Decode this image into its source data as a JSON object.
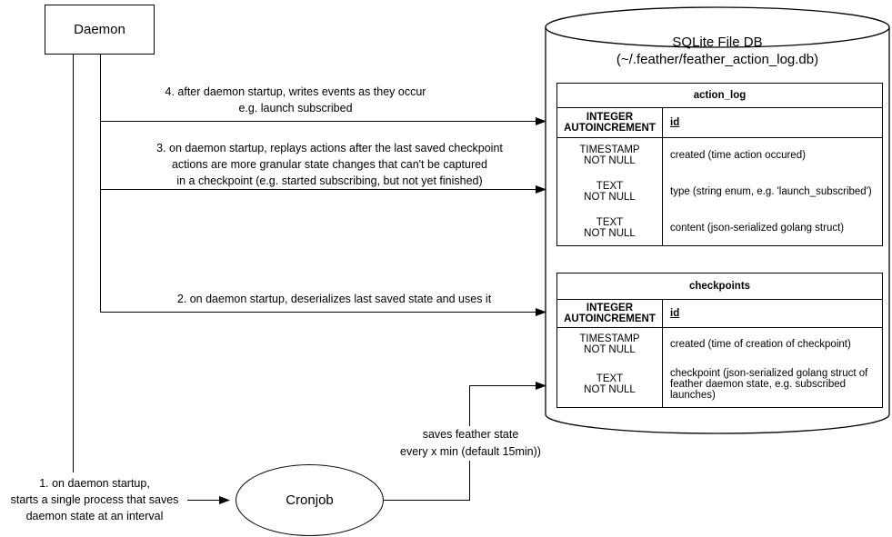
{
  "colors": {
    "background": "#ffffff",
    "stroke": "#000000",
    "text": "#000000"
  },
  "nodes": {
    "daemon": {
      "label": "Daemon"
    },
    "cronjob": {
      "label": "Cronjob"
    },
    "database": {
      "title": "SQLite File DB",
      "subtitle": "(~/.feather/feather_action_log.db)"
    }
  },
  "tables": {
    "action_log": {
      "title": "action_log",
      "rows": [
        {
          "type": "INTEGER\nAUTOINCREMENT",
          "name": "id"
        },
        {
          "type": "TIMESTAMP\nNOT NULL",
          "name": "created (time action occured)"
        },
        {
          "type": "TEXT\nNOT NULL",
          "name": "type (string enum, e.g. 'launch_subscribed')"
        },
        {
          "type": "TEXT\nNOT NULL",
          "name": "content (json-serialized golang struct)"
        }
      ]
    },
    "checkpoints": {
      "title": "checkpoints",
      "rows": [
        {
          "type": "INTEGER\nAUTOINCREMENT",
          "name": "id"
        },
        {
          "type": "TIMESTAMP\nNOT NULL",
          "name": "created (time of creation of checkpoint)"
        },
        {
          "type": "TEXT\nNOT NULL",
          "name": "checkpoint (json-serialized golang struct of feather daemon state, e.g. subscribed launches)"
        }
      ]
    }
  },
  "annotations": {
    "step4": "4. after daemon startup, writes events as they occur\ne.g. launch subscribed",
    "step3": "3. on daemon startup, replays actions after the last saved checkpoint\nactions are more granular state changes that can't be captured\nin a checkpoint (e.g. started subscribing, but not yet finished)",
    "step2": "2. on daemon startup, deserializes last saved state and uses it",
    "step1": "1. on daemon startup,\nstarts a single process that saves\ndaemon state at an interval",
    "cron_note": "saves feather state\nevery x min (default 15min))"
  }
}
